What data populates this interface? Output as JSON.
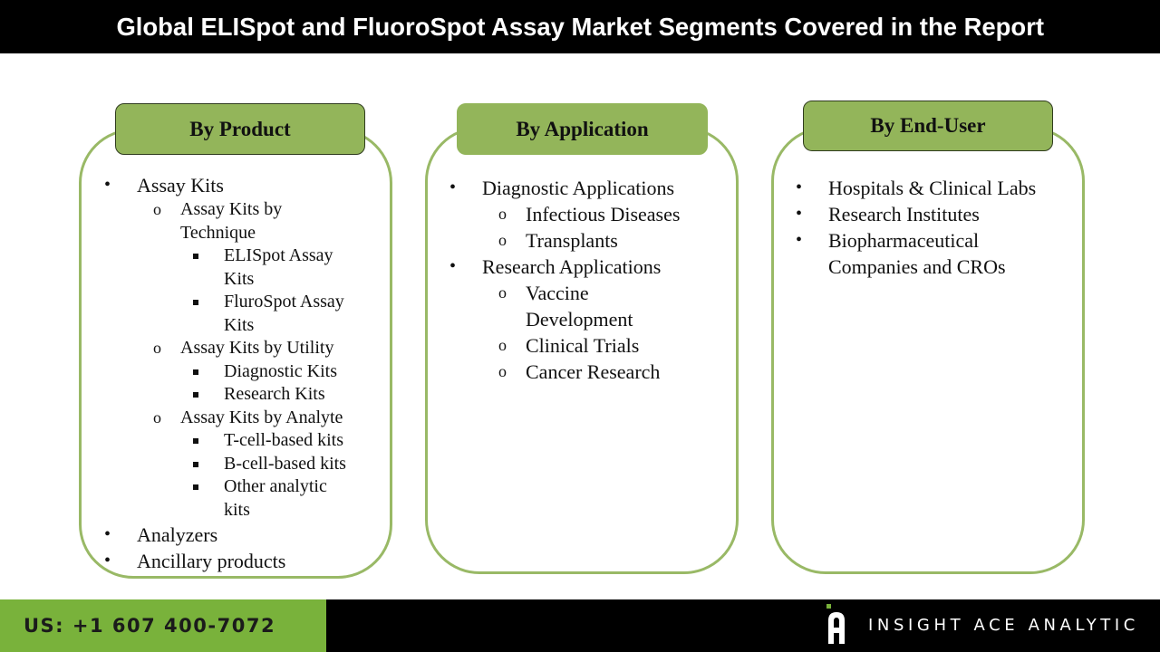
{
  "title": "Global ELISpot and FluoroSpot Assay Market Segments Covered in the Report",
  "colors": {
    "title_bg": "#000000",
    "panel_border": "#99b966",
    "header_fill": "#93b55a",
    "footer_green": "#79b23b",
    "footer_black": "#000000"
  },
  "panels": {
    "product": {
      "header": "By Product",
      "items": {
        "assay_kits": "Assay Kits",
        "by_technique": "Assay Kits by Technique",
        "elispot": "ELISpot Assay Kits",
        "flurospot": "FluroSpot Assay Kits",
        "by_utility": "Assay Kits by Utility",
        "diagnostic_kits": "Diagnostic Kits",
        "research_kits": "Research Kits",
        "by_analyte": "Assay Kits by Analyte",
        "tcell": "T-cell-based kits",
        "bcell": "B-cell-based kits",
        "other": "Other analytic kits",
        "analyzers": "Analyzers",
        "ancillary": "Ancillary products"
      }
    },
    "application": {
      "header": "By Application",
      "items": {
        "diagnostic": "Diagnostic Applications",
        "infectious": "Infectious Diseases",
        "transplants": "Transplants",
        "research": "Research Applications",
        "vaccine": "Vaccine Development",
        "clinical": "Clinical Trials",
        "cancer": "Cancer Research"
      }
    },
    "end_user": {
      "header": "By End-User",
      "items": {
        "hospitals": "Hospitals & Clinical Labs",
        "institutes": "Research Institutes",
        "biopharma": "Biopharmaceutical Companies and CROs"
      }
    }
  },
  "bullets": {
    "level1": "•",
    "level2": "o"
  },
  "footer": {
    "phone": "US: +1 607 400-7072",
    "brand": "INSIGHT ACE ANALYTIC",
    "logo_icon": "insight-ace-logo-icon"
  }
}
